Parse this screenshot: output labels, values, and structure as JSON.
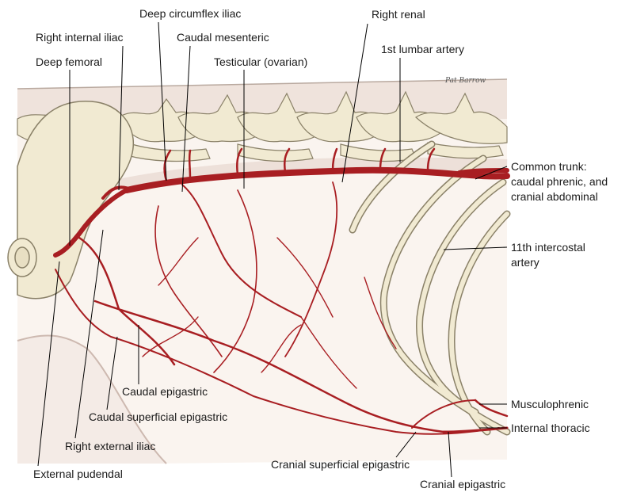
{
  "signature": "Pat Barrow",
  "colors": {
    "artery": "#a81e22",
    "artery_dark": "#7d1216",
    "bone": "#f1ead2",
    "bone_outline": "#8a8168",
    "tissue": "#faf4ef",
    "tissue_shadow": "#e6d6cf",
    "leader": "#000000"
  },
  "labels": {
    "deep_circumflex_iliac": "Deep circumflex iliac",
    "right_renal": "Right renal",
    "right_internal_iliac": "Right internal iliac",
    "caudal_mesenteric": "Caudal mesenteric",
    "first_lumbar_artery": "1st lumbar artery",
    "deep_femoral": "Deep femoral",
    "testicular_ovarian": "Testicular (ovarian)",
    "common_trunk": [
      "Common trunk:",
      "caudal phrenic, and",
      "cranial abdominal"
    ],
    "eleventh_intercostal": [
      "11th intercostal",
      "artery"
    ],
    "caudal_epigastric": "Caudal epigastric",
    "caudal_superficial_epigastric": "Caudal superficial epigastric",
    "right_external_iliac": "Right external iliac",
    "external_pudendal": "External pudendal",
    "musculophrenic": "Musculophrenic",
    "internal_thoracic": "Internal thoracic",
    "cranial_superficial_epigastric": "Cranial superficial epigastric",
    "cranial_epigastric": "Cranial epigastric"
  }
}
